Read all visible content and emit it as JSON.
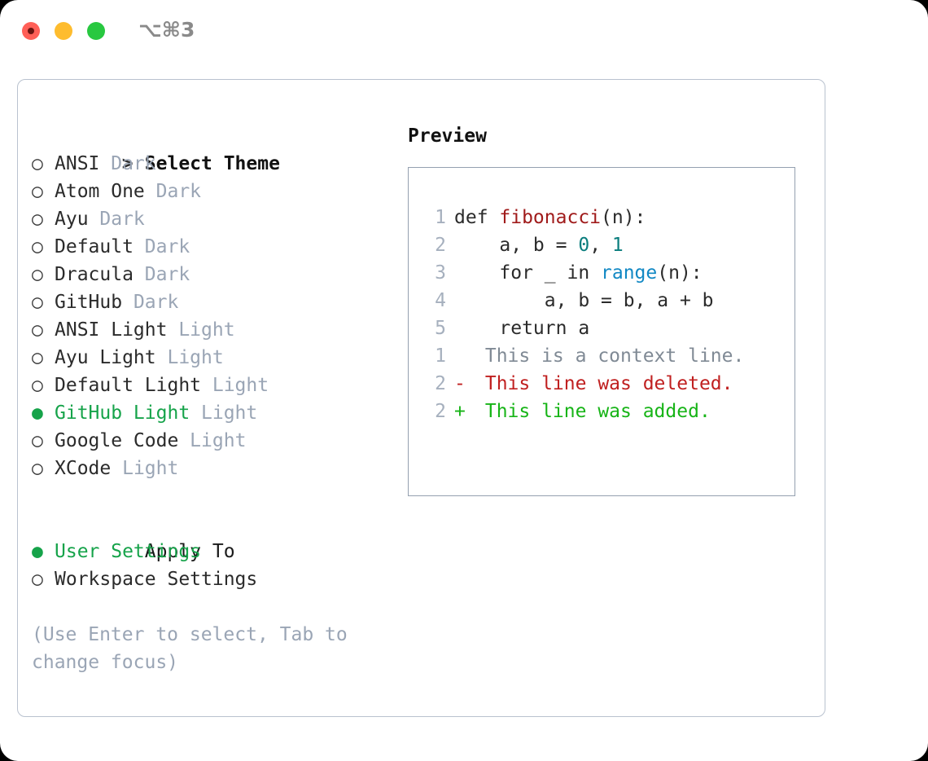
{
  "titlebar": {
    "shortcut": "⌥⌘3",
    "buttons": [
      {
        "name": "close",
        "color": "#ff5f57"
      },
      {
        "name": "minimize",
        "color": "#febc2e"
      },
      {
        "name": "zoom",
        "color": "#28c840"
      }
    ]
  },
  "theme_picker": {
    "heading": "Select Theme",
    "heading_marker": ">",
    "marker_unselected": "○",
    "marker_selected": "●",
    "items": [
      {
        "label": "ANSI",
        "variant": "Dark",
        "selected": false
      },
      {
        "label": "Atom One",
        "variant": "Dark",
        "selected": false
      },
      {
        "label": "Ayu",
        "variant": "Dark",
        "selected": false
      },
      {
        "label": "Default",
        "variant": "Dark",
        "selected": false
      },
      {
        "label": "Dracula",
        "variant": "Dark",
        "selected": false
      },
      {
        "label": "GitHub",
        "variant": "Dark",
        "selected": false
      },
      {
        "label": "ANSI Light",
        "variant": "Light",
        "selected": false
      },
      {
        "label": "Ayu Light",
        "variant": "Light",
        "selected": false
      },
      {
        "label": "Default Light",
        "variant": "Light",
        "selected": false
      },
      {
        "label": "GitHub Light",
        "variant": "Light",
        "selected": true
      },
      {
        "label": "Google Code",
        "variant": "Light",
        "selected": false
      },
      {
        "label": "XCode",
        "variant": "Light",
        "selected": false
      }
    ]
  },
  "apply_to": {
    "heading": "Apply To",
    "options": [
      {
        "label": "User Settings",
        "selected": true
      },
      {
        "label": "Workspace Settings",
        "selected": false
      }
    ]
  },
  "hint": "(Use Enter to select, Tab to change focus)",
  "preview": {
    "title": "Preview",
    "code_lines": [
      {
        "num": "1",
        "tokens": [
          {
            "text": "def ",
            "type": "plain"
          },
          {
            "text": "fibonacci",
            "type": "func"
          },
          {
            "text": "(n):",
            "type": "plain"
          }
        ]
      },
      {
        "num": "2",
        "tokens": [
          {
            "text": "    a, b = ",
            "type": "plain"
          },
          {
            "text": "0",
            "type": "num"
          },
          {
            "text": ", ",
            "type": "plain"
          },
          {
            "text": "1",
            "type": "num"
          }
        ]
      },
      {
        "num": "3",
        "tokens": [
          {
            "text": "    for _ in ",
            "type": "plain"
          },
          {
            "text": "range",
            "type": "call"
          },
          {
            "text": "(n):",
            "type": "plain"
          }
        ]
      },
      {
        "num": "4",
        "tokens": [
          {
            "text": "        a, b = b, a + b",
            "type": "plain"
          }
        ]
      },
      {
        "num": "5",
        "tokens": [
          {
            "text": "    return a",
            "type": "plain"
          }
        ]
      }
    ],
    "diff_lines": [
      {
        "num": "1",
        "sign": " ",
        "text": " This is a context line.",
        "kind": "context"
      },
      {
        "num": "2",
        "sign": "-",
        "text": " This line was deleted.",
        "kind": "deleted"
      },
      {
        "num": "2",
        "sign": "+",
        "text": " This line was added.",
        "kind": "added"
      }
    ]
  },
  "colors": {
    "accent_green": "#16a34a",
    "muted": "#9aa5b5",
    "border": "#b9c2cf",
    "preview_border": "#94a0b0",
    "diff_added": "#17b417",
    "diff_deleted": "#c02020",
    "syntax_function": "#a01b1b",
    "syntax_number": "#0a7d7d",
    "syntax_call": "#1188c4"
  }
}
